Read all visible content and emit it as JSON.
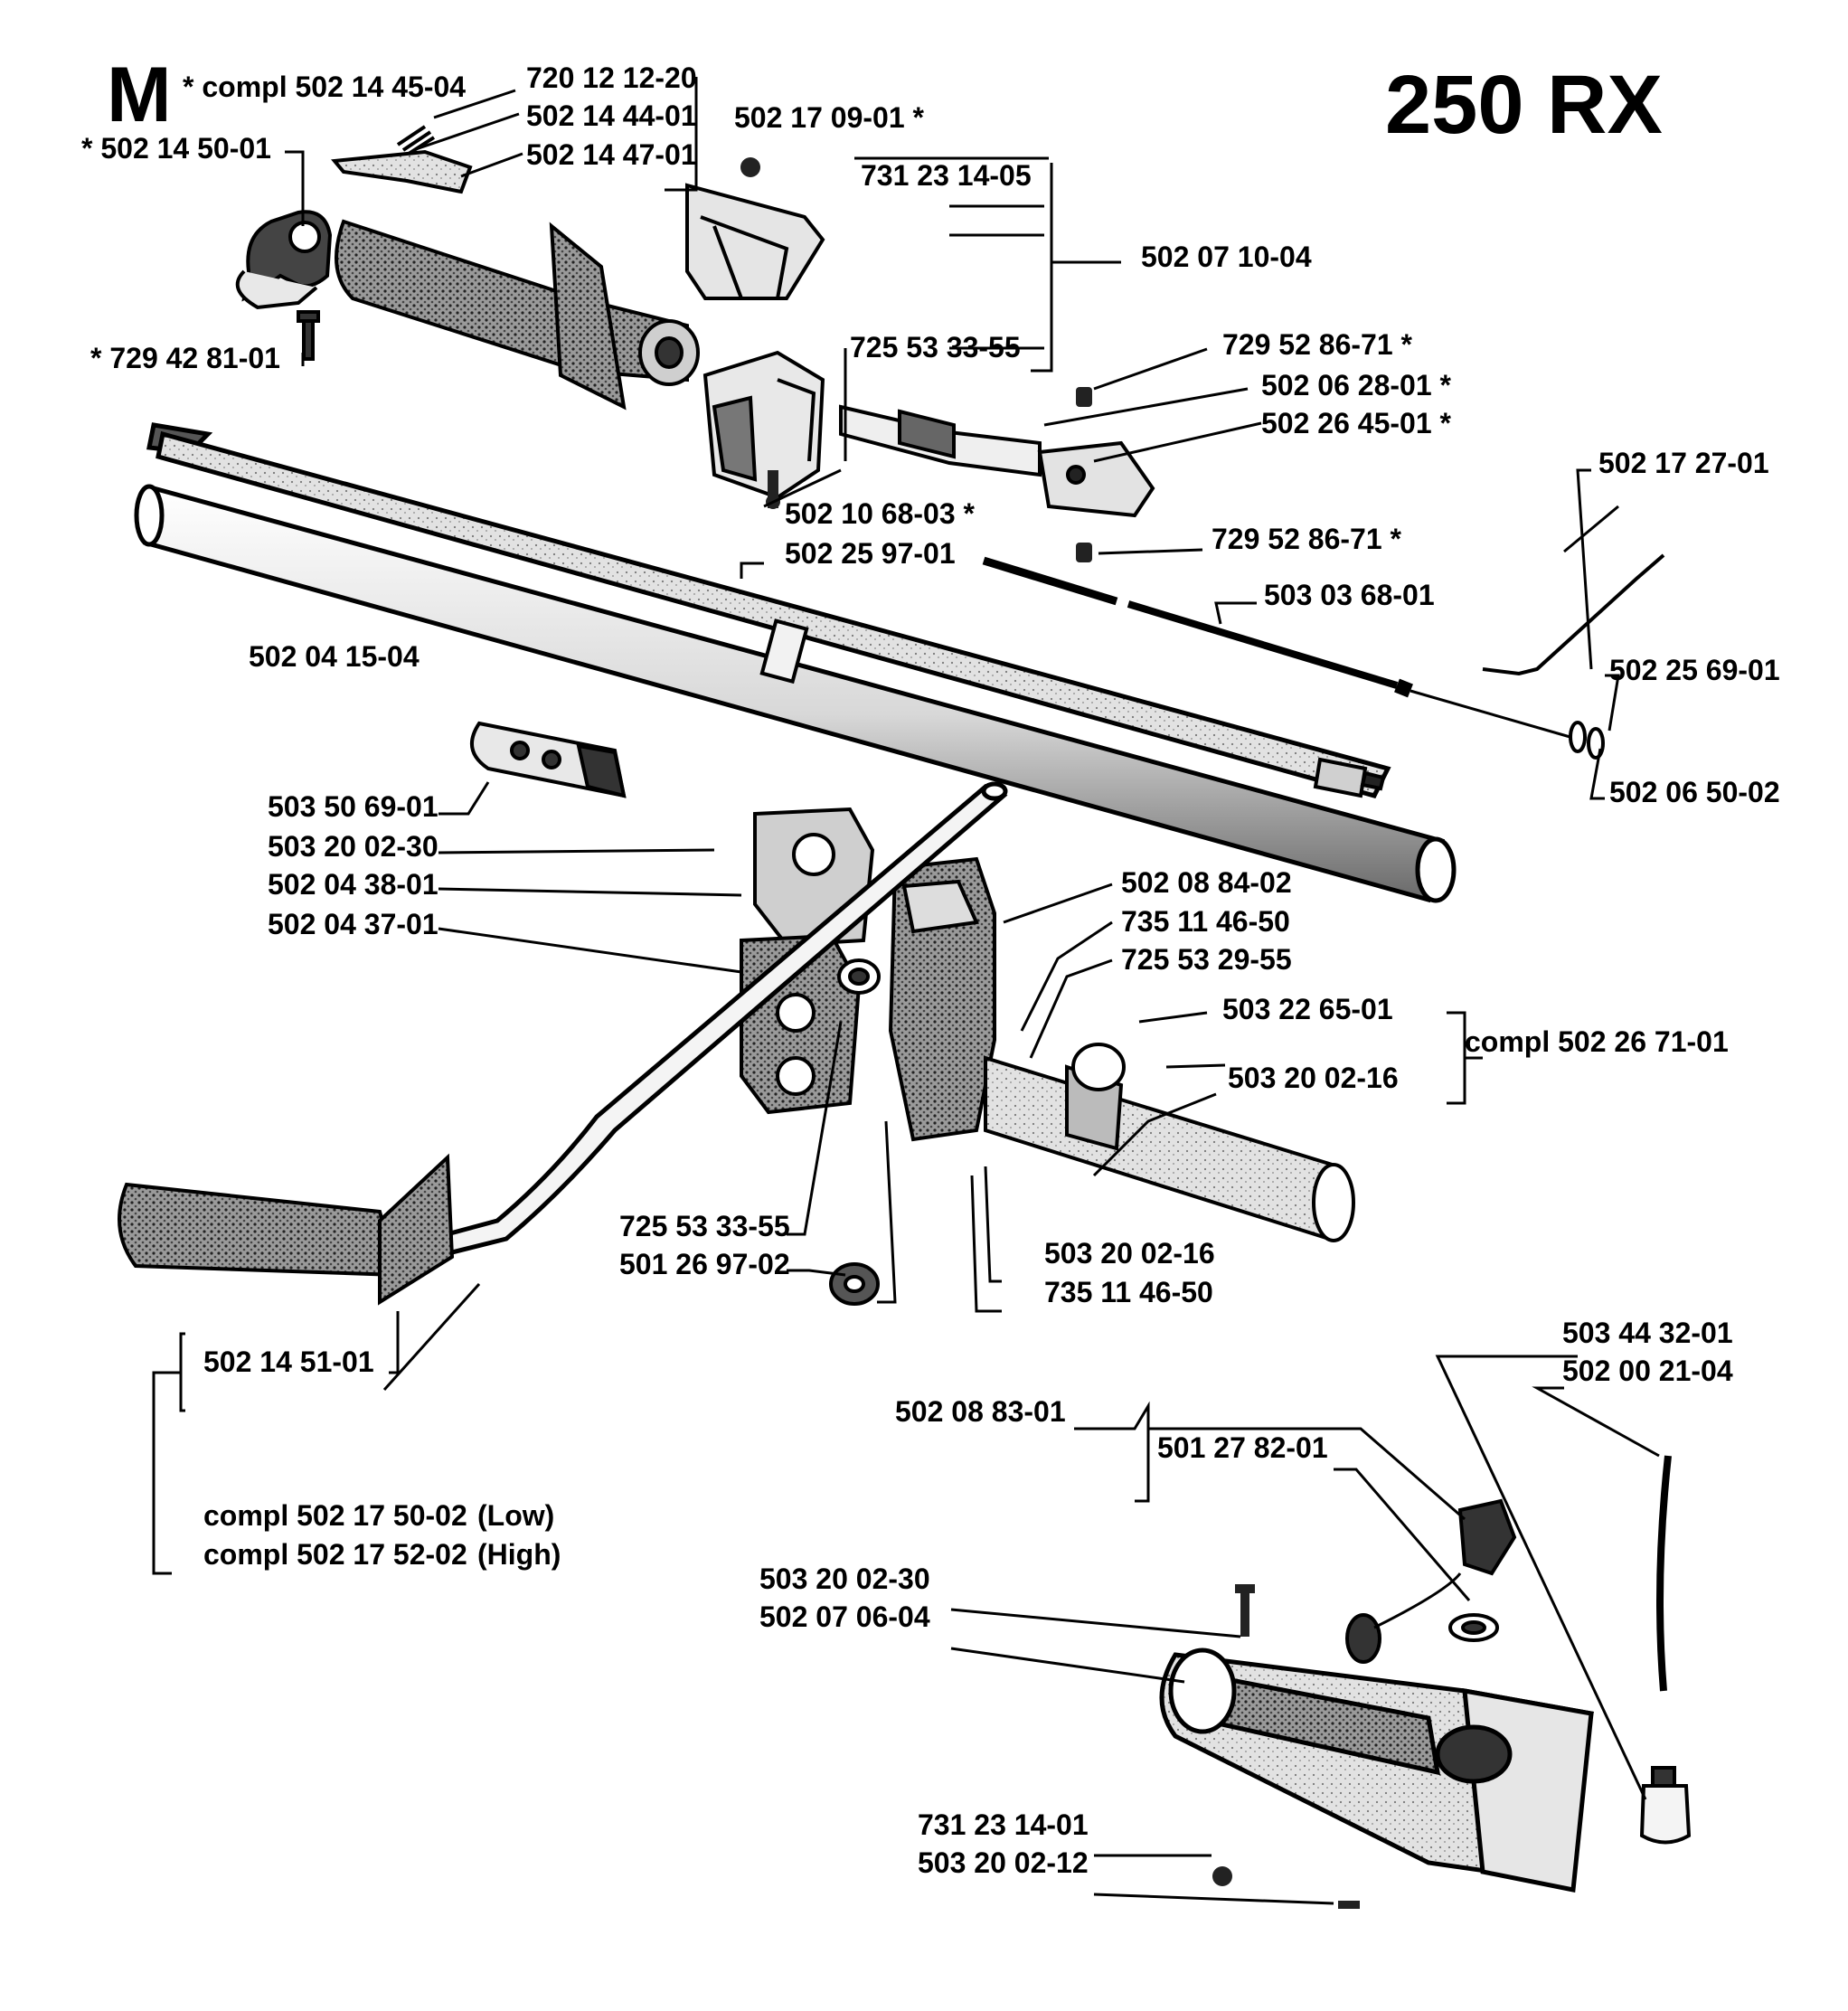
{
  "section_letter": "M",
  "model": "250 RX",
  "labels": [
    {
      "id": "p1",
      "text": "* compl 502 14 45-04"
    },
    {
      "id": "p2",
      "text": "720 12 12-20"
    },
    {
      "id": "p3",
      "text": "502 14 44-01"
    },
    {
      "id": "p4",
      "text": "502 14 47-01"
    },
    {
      "id": "p5",
      "text": "502 17 09-01 *"
    },
    {
      "id": "p6",
      "text": "* 502 14 50-01"
    },
    {
      "id": "p7",
      "text": "731 23 14-05"
    },
    {
      "id": "p8",
      "text": "502 07 10-04"
    },
    {
      "id": "p9",
      "text": "* 729 42 81-01"
    },
    {
      "id": "p10",
      "text": "725 53 33-55"
    },
    {
      "id": "p11",
      "text": "729 52 86-71 *"
    },
    {
      "id": "p12",
      "text": "502 06 28-01 *"
    },
    {
      "id": "p13",
      "text": "502 26 45-01 *"
    },
    {
      "id": "p14",
      "text": "502 17 27-01"
    },
    {
      "id": "p15",
      "text": "502 10 68-03 *"
    },
    {
      "id": "p16",
      "text": "729 52 86-71 *"
    },
    {
      "id": "p17",
      "text": "502 25 97-01"
    },
    {
      "id": "p18",
      "text": "503 03 68-01"
    },
    {
      "id": "p19",
      "text": "502 04 15-04"
    },
    {
      "id": "p20",
      "text": "502 25 69-01"
    },
    {
      "id": "p21",
      "text": "502 06 50-02"
    },
    {
      "id": "p22",
      "text": "503 50 69-01"
    },
    {
      "id": "p23",
      "text": "503 20 02-30"
    },
    {
      "id": "p24",
      "text": "502 04 38-01"
    },
    {
      "id": "p25",
      "text": "502 04 37-01"
    },
    {
      "id": "p26",
      "text": "502 08 84-02"
    },
    {
      "id": "p27",
      "text": "735 11 46-50"
    },
    {
      "id": "p28",
      "text": "725 53 29-55"
    },
    {
      "id": "p29",
      "text": "503 22 65-01"
    },
    {
      "id": "p30",
      "text": "compl 502 26 71-01"
    },
    {
      "id": "p31",
      "text": "503 20 02-16"
    },
    {
      "id": "p32",
      "text": "725 53 33-55"
    },
    {
      "id": "p33",
      "text": "501 26 97-02"
    },
    {
      "id": "p34",
      "text": "503 20 02-16"
    },
    {
      "id": "p35",
      "text": "735 11 46-50"
    },
    {
      "id": "p36",
      "text": "502 14 51-01"
    },
    {
      "id": "p37",
      "text": "503 44 32-01"
    },
    {
      "id": "p38",
      "text": "502 00 21-04"
    },
    {
      "id": "p39",
      "text": "502 08 83-01"
    },
    {
      "id": "p40",
      "text": "501 27 82-01"
    },
    {
      "id": "p41",
      "text": "compl 502 17 50-02"
    },
    {
      "id": "p42",
      "text": "(Low)"
    },
    {
      "id": "p43",
      "text": "compl 502 17 52-02"
    },
    {
      "id": "p44",
      "text": "(High)"
    },
    {
      "id": "p45",
      "text": "503 20 02-30"
    },
    {
      "id": "p46",
      "text": "502 07 06-04"
    },
    {
      "id": "p47",
      "text": "731 23 14-01"
    },
    {
      "id": "p48",
      "text": "503 20 02-12"
    }
  ]
}
